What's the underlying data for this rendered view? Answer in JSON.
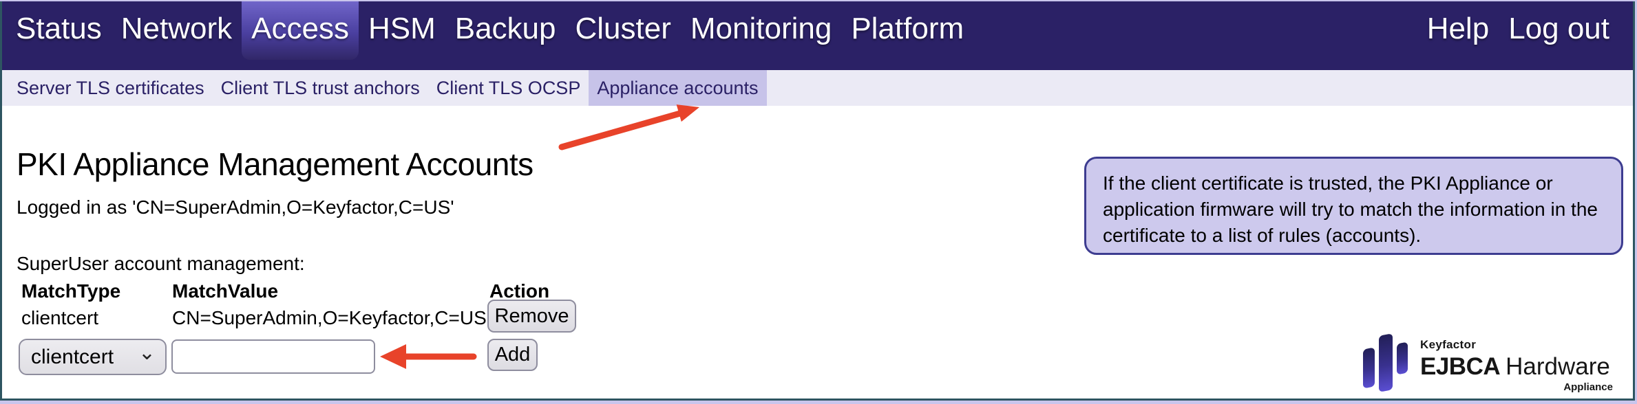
{
  "nav": {
    "items": [
      {
        "label": "Status"
      },
      {
        "label": "Network"
      },
      {
        "label": "Access",
        "active": true
      },
      {
        "label": "HSM"
      },
      {
        "label": "Backup"
      },
      {
        "label": "Cluster"
      },
      {
        "label": "Monitoring"
      },
      {
        "label": "Platform"
      }
    ],
    "right_items": [
      {
        "label": "Help"
      },
      {
        "label": "Log out"
      }
    ]
  },
  "subnav": {
    "items": [
      {
        "label": "Server TLS certificates"
      },
      {
        "label": "Client TLS trust anchors"
      },
      {
        "label": "Client TLS OCSP"
      },
      {
        "label": "Appliance accounts",
        "active": true
      }
    ]
  },
  "page": {
    "title": "PKI Appliance Management Accounts",
    "logged_in_as": "Logged in as 'CN=SuperAdmin,O=Keyfactor,C=US'",
    "section_label": "SuperUser account management:"
  },
  "accounts_table": {
    "headers": [
      "MatchType",
      "MatchValue",
      "Action"
    ],
    "rows": [
      {
        "match_type": "clientcert",
        "match_value": "CN=SuperAdmin,O=Keyfactor,C=US",
        "action_label": "Remove"
      }
    ],
    "add_row": {
      "match_type_selected": "clientcert",
      "match_value_input": "",
      "add_label": "Add"
    }
  },
  "info_box": {
    "text": "If the client certificate is trusted, the PKI Appliance or application firmware will try to match the information in the certificate to a list of rules (accounts)."
  },
  "logo": {
    "brand": "Keyfactor",
    "product_bold": "EJBCA",
    "product_light": "Hardware",
    "suffix": "Appliance"
  },
  "icons": {
    "chevron_down": "⌄"
  },
  "colors": {
    "nav_bg": "#2b2166",
    "nav_active_gradient_top": "#7065c9",
    "subnav_bg": "#ebeaf5",
    "subnav_active_bg": "#c7c3e9",
    "subnav_text": "#2b2166",
    "info_box_bg": "#cdc9ed",
    "info_box_border": "#3d3c90",
    "annotation_arrow": "#e8432a",
    "frame_border": "#2e5561"
  }
}
